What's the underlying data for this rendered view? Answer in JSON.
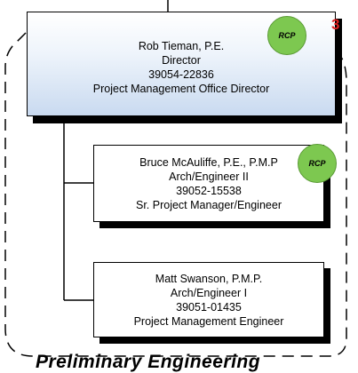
{
  "director": {
    "name": "Rob Tieman, P.E.",
    "role": "Director",
    "id": "39054-22836",
    "position": "Project Management Office Director",
    "badge": "RCP"
  },
  "staff": [
    {
      "name": "Bruce McAuliffe, P.E., P.M.P",
      "role": "Arch/Engineer II",
      "id": "39052-15538",
      "position": "Sr. Project Manager/Engineer",
      "badge": "RCP"
    },
    {
      "name": "Matt Swanson, P.M.P.",
      "role": "Arch/Engineer I",
      "id": "39051-01435",
      "position": "Project Management Engineer"
    }
  ],
  "group_count": "3",
  "group_title_partial": "Preliminary Engineering",
  "colors": {
    "director_gradient_bottom": "#c9daf0",
    "rcp_green": "#7dc850",
    "count_red": "#e02020"
  }
}
